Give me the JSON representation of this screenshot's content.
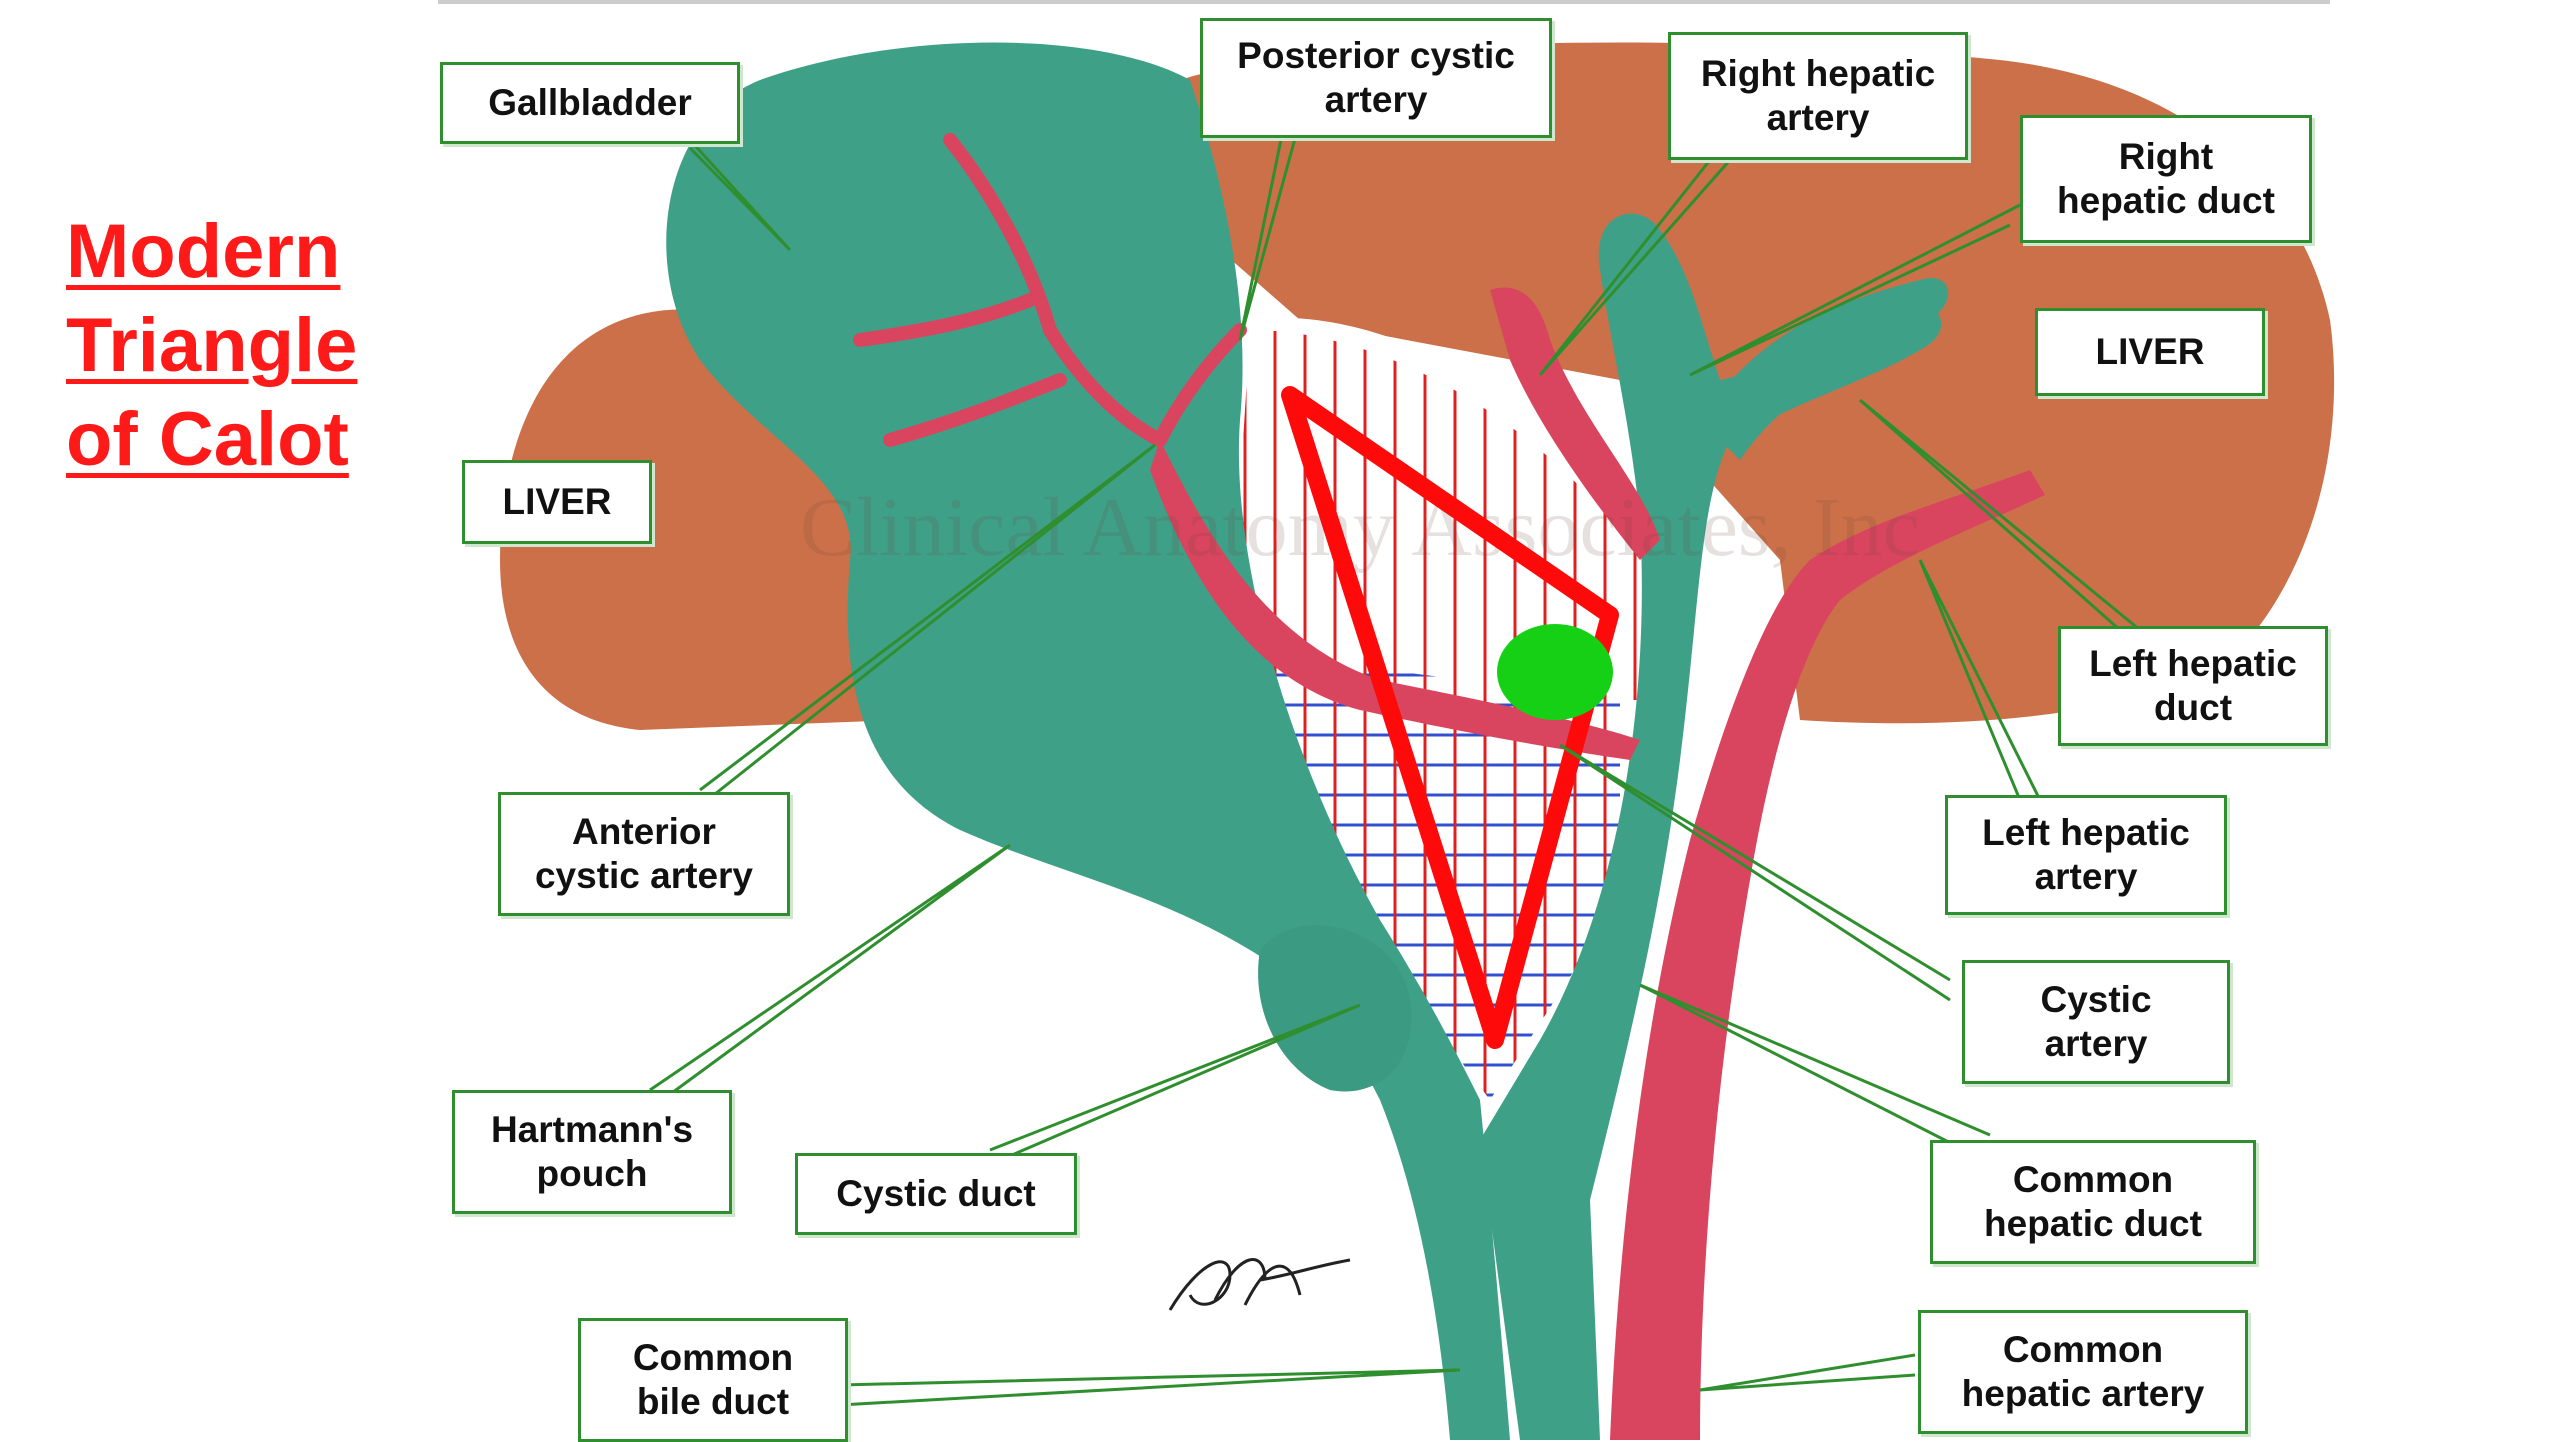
{
  "title": {
    "line1": "Modern",
    "line2": "Triangle",
    "line3": "of Calot",
    "color": "#ff1a1a"
  },
  "watermark": "Clinical Anatomy Associates, Inc",
  "labels": {
    "gallbladder": "Gallbladder",
    "posterior_cystic_artery": "Posterior cystic\nartery",
    "right_hepatic_artery": "Right hepatic\nartery",
    "right_hepatic_duct": "Right\nhepatic duct",
    "liver_right": "LIVER",
    "liver_left": "LIVER",
    "left_hepatic_duct": "Left hepatic\nduct",
    "left_hepatic_artery": "Left hepatic\nartery",
    "anterior_cystic_artery": "Anterior\ncystic artery",
    "cystic_artery": "Cystic\nartery",
    "hartmanns_pouch": "Hartmann's\npouch",
    "cystic_duct": "Cystic duct",
    "common_hepatic_duct": "Common\nhepatic duct",
    "common_bile_duct": "Common\nbile duct",
    "common_hepatic_artery": "Common\nhepatic artery"
  },
  "colors": {
    "liver": "#c8643a",
    "duct": "#3fa088",
    "artery": "#d9455f",
    "triangle": "#ff0a0a",
    "node": "#16d016",
    "label_border": "#2f8f2f"
  }
}
